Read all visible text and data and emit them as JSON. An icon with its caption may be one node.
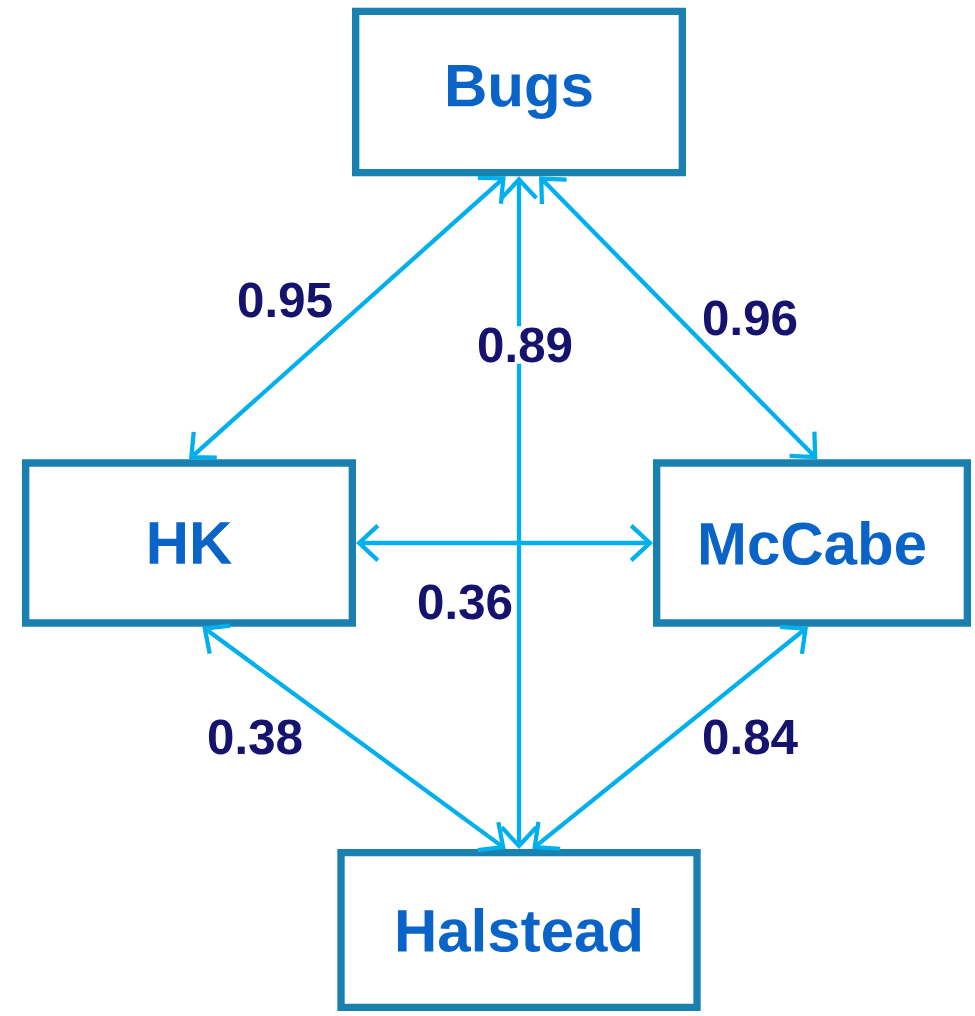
{
  "diagram": {
    "nodes": [
      {
        "text": [
          "Bugs"
        ]
      },
      {
        "text": [
          "HK"
        ]
      },
      {
        "text": [
          "McCabe"
        ]
      },
      {
        "text": [
          "Halstead"
        ]
      }
    ],
    "edges": [
      {
        "from": 0,
        "to": 1,
        "arrow": "both",
        "label": "0.95"
      },
      {
        "from": 0,
        "to": 3,
        "arrow": "both",
        "label": "0.89"
      },
      {
        "from": 0,
        "to": 2,
        "arrow": "both",
        "label": "0.96"
      },
      {
        "from": 1,
        "to": 2,
        "arrow": "both",
        "label": "0.36"
      },
      {
        "from": 1,
        "to": 3,
        "arrow": "both",
        "label": "0.38"
      },
      {
        "from": 2,
        "to": 3,
        "arrow": "both",
        "label": "0.84"
      }
    ]
  }
}
